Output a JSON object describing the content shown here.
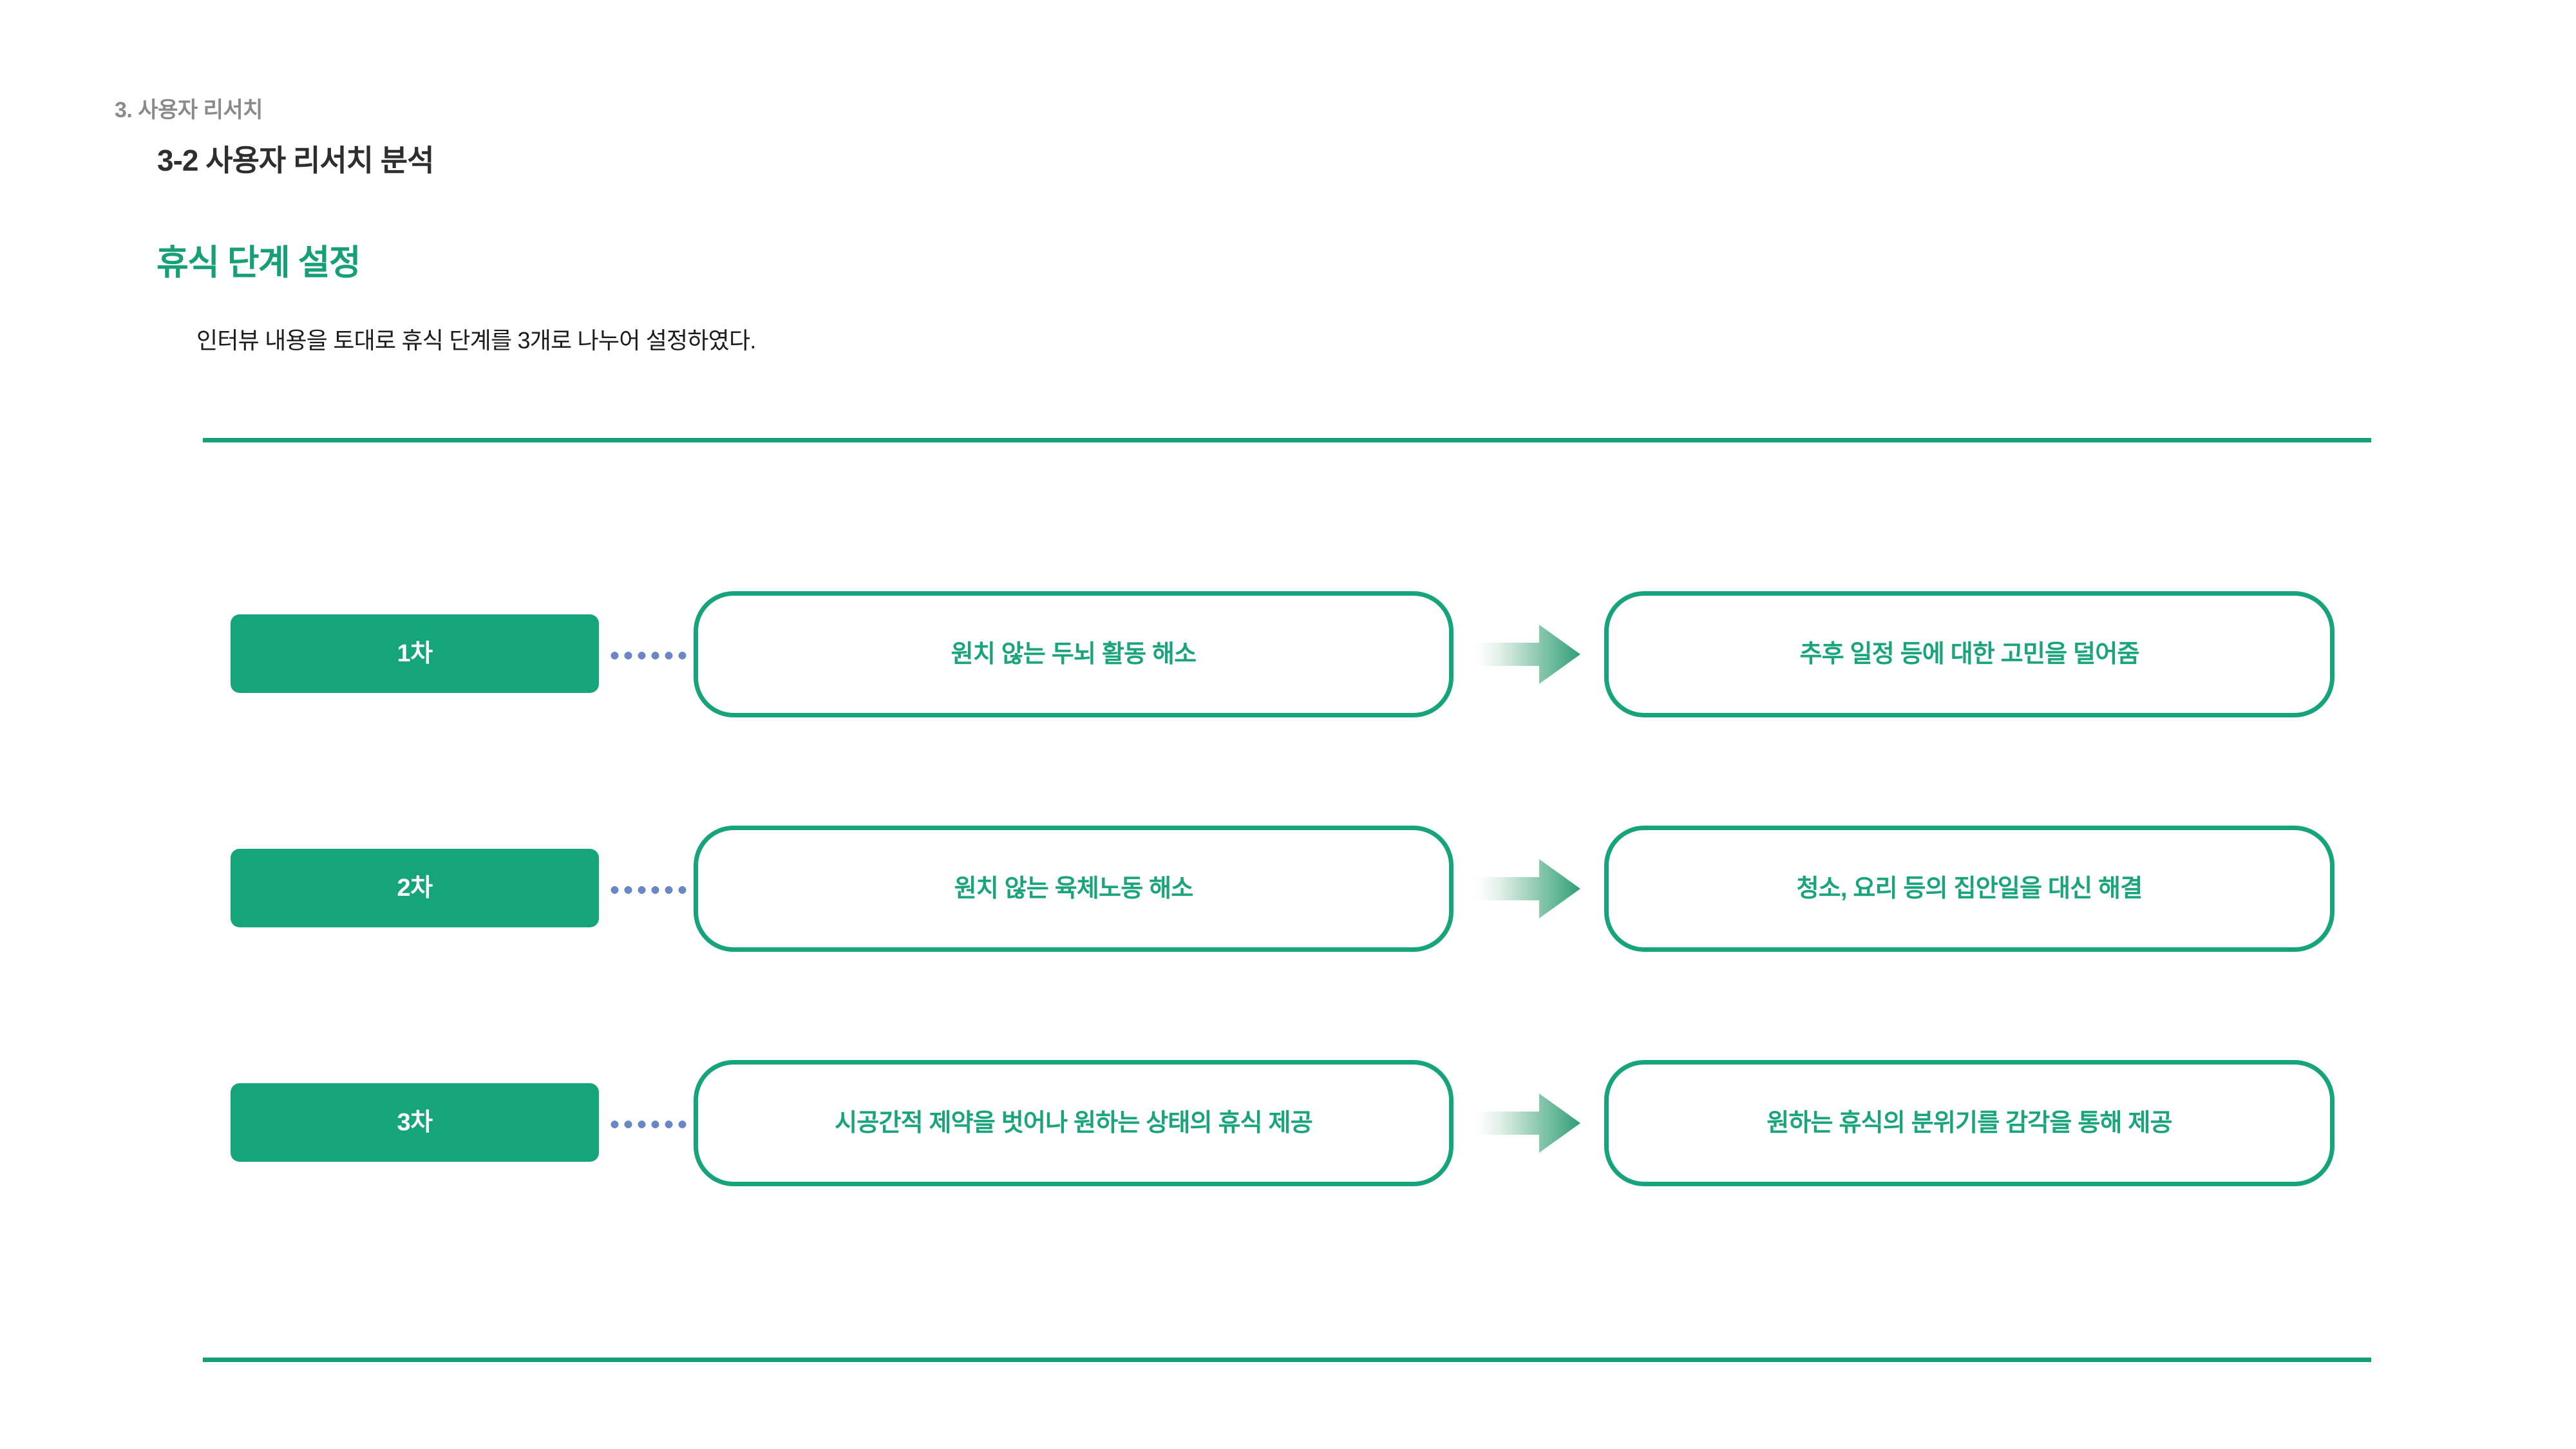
{
  "header": {
    "breadcrumb": "3. 사용자 리서치",
    "section_title": "3-2 사용자 리서치 분석",
    "page_heading": "휴식 단계 설정",
    "page_subtext": "인터뷰 내용을 토대로 휴식 단계를 3개로 나누어 설정하였다."
  },
  "colors": {
    "brand_green": "#16a47c",
    "pill_green": "#15a47c",
    "heading_green": "#17a078",
    "breadcrumb_gray": "#8a8a8a",
    "title_dark": "#2e2e2e",
    "body_dark": "#1c1c1c",
    "connector_blue": "#6b87c6",
    "arrow_gradient_from": "#f2f8f5",
    "arrow_gradient_to": "#2f9f76"
  },
  "diagram": {
    "type": "stage-flow",
    "arrow_icon": "right-arrow-icon",
    "connector_icon": "dotted-line-icon",
    "rows": [
      {
        "stage": "1차",
        "cause": "원치 않는 두뇌 활동 해소",
        "effect": "추후 일정 등에 대한 고민을 덜어줌"
      },
      {
        "stage": "2차",
        "cause": "원치 않는 육체노동 해소",
        "effect": "청소, 요리 등의 집안일을 대신 해결"
      },
      {
        "stage": "3차",
        "cause": "시공간적 제약을 벗어나 원하는 상태의 휴식 제공",
        "effect": "원하는 휴식의 분위기를 감각을 통해 제공"
      }
    ]
  }
}
